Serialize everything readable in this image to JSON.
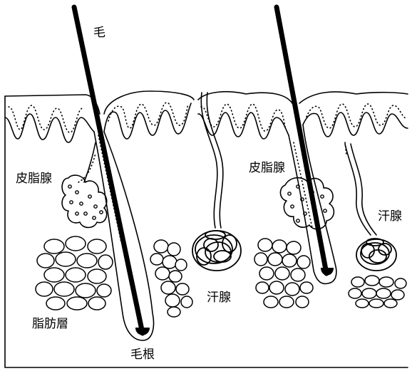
{
  "labels": {
    "hair": "毛",
    "sebaceous_gland_left": "皮脂腺",
    "sebaceous_gland_right": "皮脂腺",
    "sweat_gland_right": "汗腺",
    "sweat_gland_middle": "汗腺",
    "fat_layer": "脂肪層",
    "hair_root": "毛根"
  }
}
